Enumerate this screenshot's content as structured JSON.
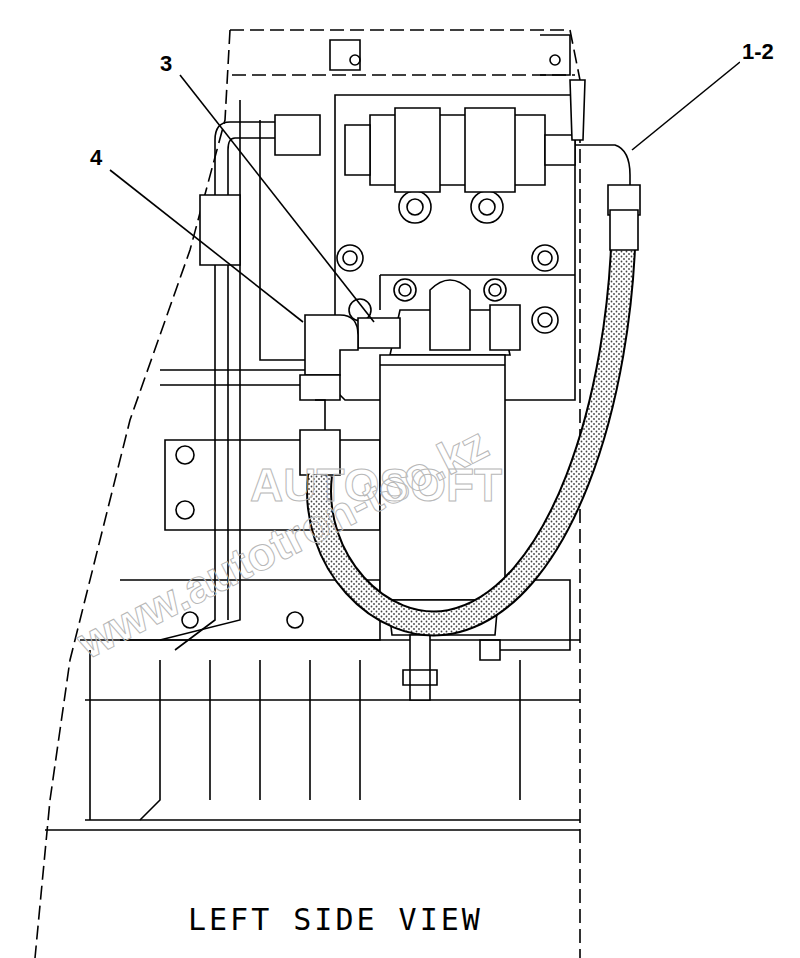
{
  "diagram": {
    "caption": "LEFT SIDE VIEW",
    "labels": [
      "1-2",
      "3",
      "4",
      "www.autotron-too.kz",
      "AUTOSOFT"
    ]
  }
}
